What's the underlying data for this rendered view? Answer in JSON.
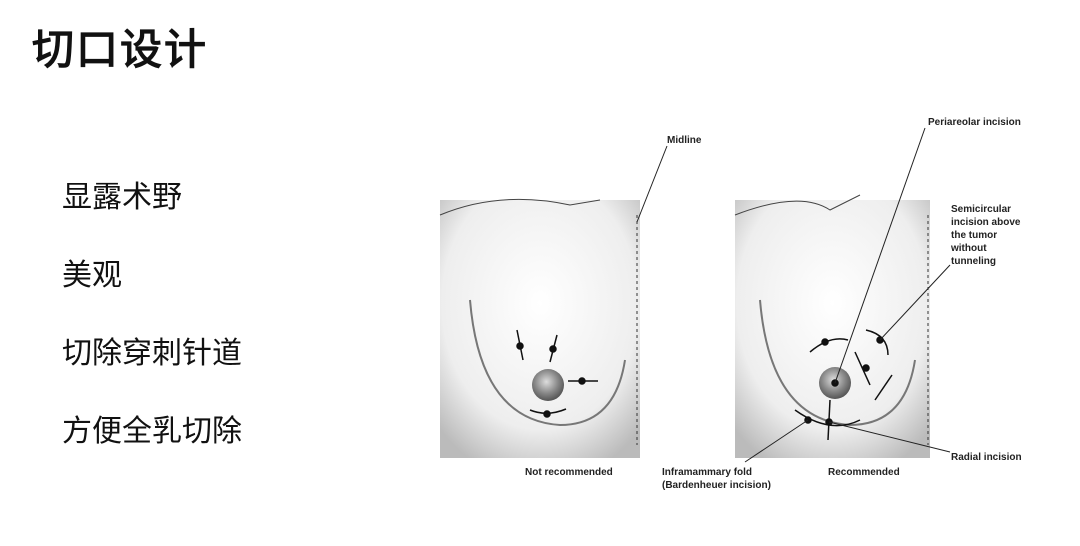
{
  "slide": {
    "title": "切口设计",
    "bullets": [
      "显露术野",
      "美观",
      "切除穿刺针道",
      "方便全乳切除"
    ]
  },
  "figure": {
    "labels": {
      "midline": "Midline",
      "periareolar": "Periareolar incision",
      "semicircular": [
        "Semicircular",
        "incision above",
        "the tumor",
        "without",
        "tunneling"
      ],
      "radial": "Radial incision",
      "inframammary": [
        "Inframammary fold",
        "(Bardenheuer incision)"
      ],
      "not_recommended": "Not recommended",
      "recommended": "Recommended"
    }
  }
}
